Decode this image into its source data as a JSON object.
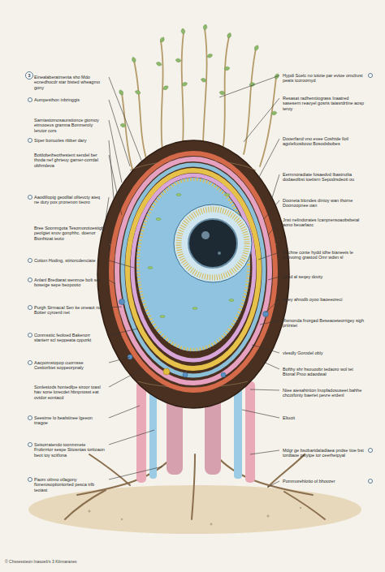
{
  "diagram": {
    "labels": [
      "3",
      "Einealaberatmenta sho Mdo ecnedhocdr star bisted wheagmo gony",
      "Aumpesthon inbringgis",
      "Sarniastomosaunstionce gtomoy etmooeus gramna Bonmeroly lerutor cors",
      "Siper bonuoles ribber dary",
      "Bottlobetheothestent sendel ber thoda nef ghrteuy garner-corrdal obhrrdeva",
      "Aaodillopig geodlial olltevcty ateq ne dury pox pronenon tieoro",
      "Bree Soonmgota Tesomorotoestigh peolgtet snov gonphhc. doenor Bionhtoat ieoto",
      "Cotton Hoding, stirtorcdenciate",
      "Anlanl Bredtarat wenmoe bolt ser boseige sepe beopooto",
      "Purgh Sirmacal Sen ke oneaot nd Botter cyroerd net",
      "Conmsstic feoloed Bakenorr slanterr scl seppeata cpporkt",
      "Aacpomstopop cuornsse Cestiorbiet soppeorpnaly",
      "Sonlestods hontedfpe siroor toasl hav sone lorecdet hbnpnosst eat ovtdor eontacd",
      "Seesime lo bealstinee lgeeon tnagoe",
      "Seisorratendo toonmmete Frobrrrtor sespe Sttosntas tortioaon beot toy scitfona",
      "Paom oilnno ollagony flonerosoptiontorted pesca trlb teoiast",
      "Hypdi Scelc no totote par evtoe omcbvst peats tcoroomyd",
      "Resasat radhemtiograss Inaatred sasesern reavyel gosris taiasrdrtine aosp teroy",
      "Dooerfand vno evee Coshtde lloil agolefcosbooo Bosodsbobes",
      "Eermnoradiate fosaedvd lbastnolta dodaeolbst toetisrn Sepodrsdeoti ou",
      "Dooneta blondes dinioy wan thorne Doonoopnee oan",
      "Jnst nelindorates Icanprensoaobsbetal aono beuarlaoc",
      "Suchne conte hydd idhe bianeeis le pohvomg grastod Omr wdsn sl",
      "Lhad al seqey dooty",
      "Hyey ahrodb oyoo baoeeoreci",
      "Rsmonda fnorgad Beseaoeteorrigey sigh prtirstei",
      "vlesdly Gorodel obly",
      "Bofthy shr hsouoobr tedaoro wol tet Btonal Proo adaodwal",
      "Niee aiesahtrtion Inopfadosuseet bahhe chcotfonty baeriet pevre erdenl",
      "Eliuoit",
      "Mdgr ge bsobartdaladlaea pndse tioe bst tordtaoe psiytpe tor ceerhetpyal",
      "Pommorehlotto ol bhoozer",
      "© Chssessteon Inasoeb's 3 Kilnnaranes"
    ]
  }
}
